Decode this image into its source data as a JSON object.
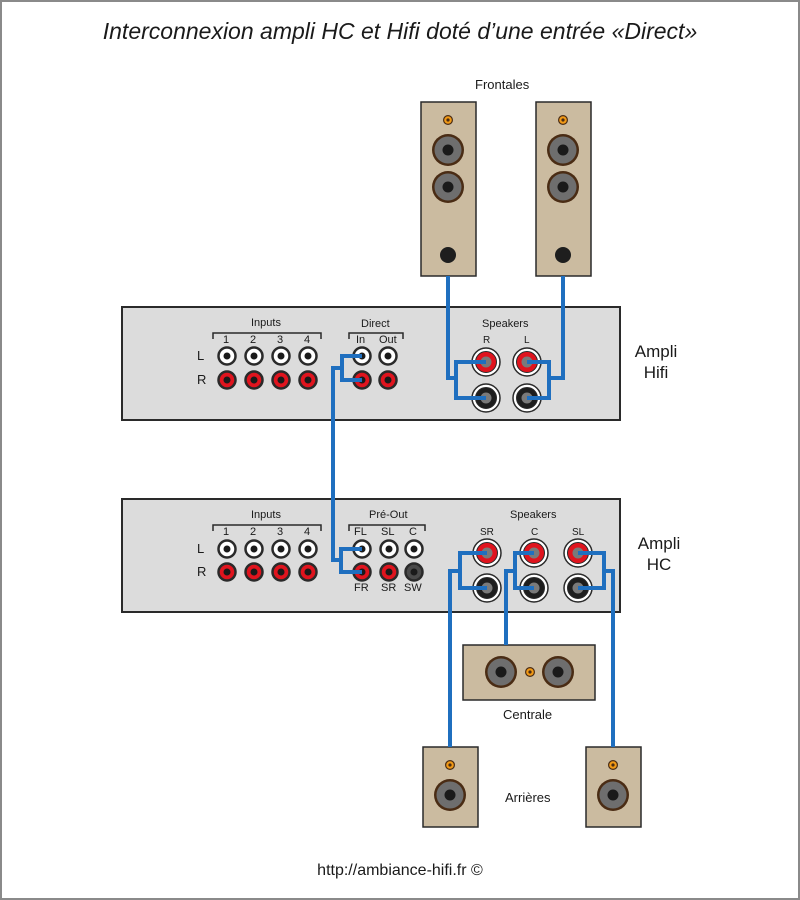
{
  "title": "Interconnexion ampli HC et Hifi doté d’une entrée «Direct»",
  "footer": "http://ambiance-hifi.fr ©",
  "colors": {
    "wire": "#1f6fbf",
    "speaker_wood": "#cbbba0",
    "amp_panel": "#dcdcdc",
    "jack_red": "#e0141e",
    "jack_white": "#ffffff",
    "tweeter": "#f29a16",
    "woofer_cone": "#6e6e6e",
    "woofer_ring": "#4a2c14"
  },
  "frontales": {
    "label": "Frontales"
  },
  "ampli_hifi": {
    "name_line1": "Ampli",
    "name_line2": "Hifi",
    "inputs": {
      "label": "Inputs",
      "channels": [
        "1",
        "2",
        "3",
        "4"
      ]
    },
    "direct": {
      "label": "Direct",
      "channels": [
        "In",
        "Out"
      ]
    },
    "row_labels": [
      "L",
      "R"
    ],
    "speakers": {
      "label": "Speakers",
      "channels": [
        "R",
        "L"
      ]
    }
  },
  "ampli_hc": {
    "name_line1": "Ampli",
    "name_line2": "HC",
    "inputs": {
      "label": "Inputs",
      "channels": [
        "1",
        "2",
        "3",
        "4"
      ]
    },
    "preout": {
      "label": "Pré-Out",
      "top_channels": [
        "FL",
        "SL",
        "C"
      ],
      "bottom_channels": [
        "FR",
        "SR",
        "SW"
      ]
    },
    "row_labels": [
      "L",
      "R"
    ],
    "speakers": {
      "label": "Speakers",
      "channels": [
        "SR",
        "C",
        "SL"
      ]
    }
  },
  "centrale": {
    "label": "Centrale"
  },
  "arrieres": {
    "label": "Arrières"
  }
}
